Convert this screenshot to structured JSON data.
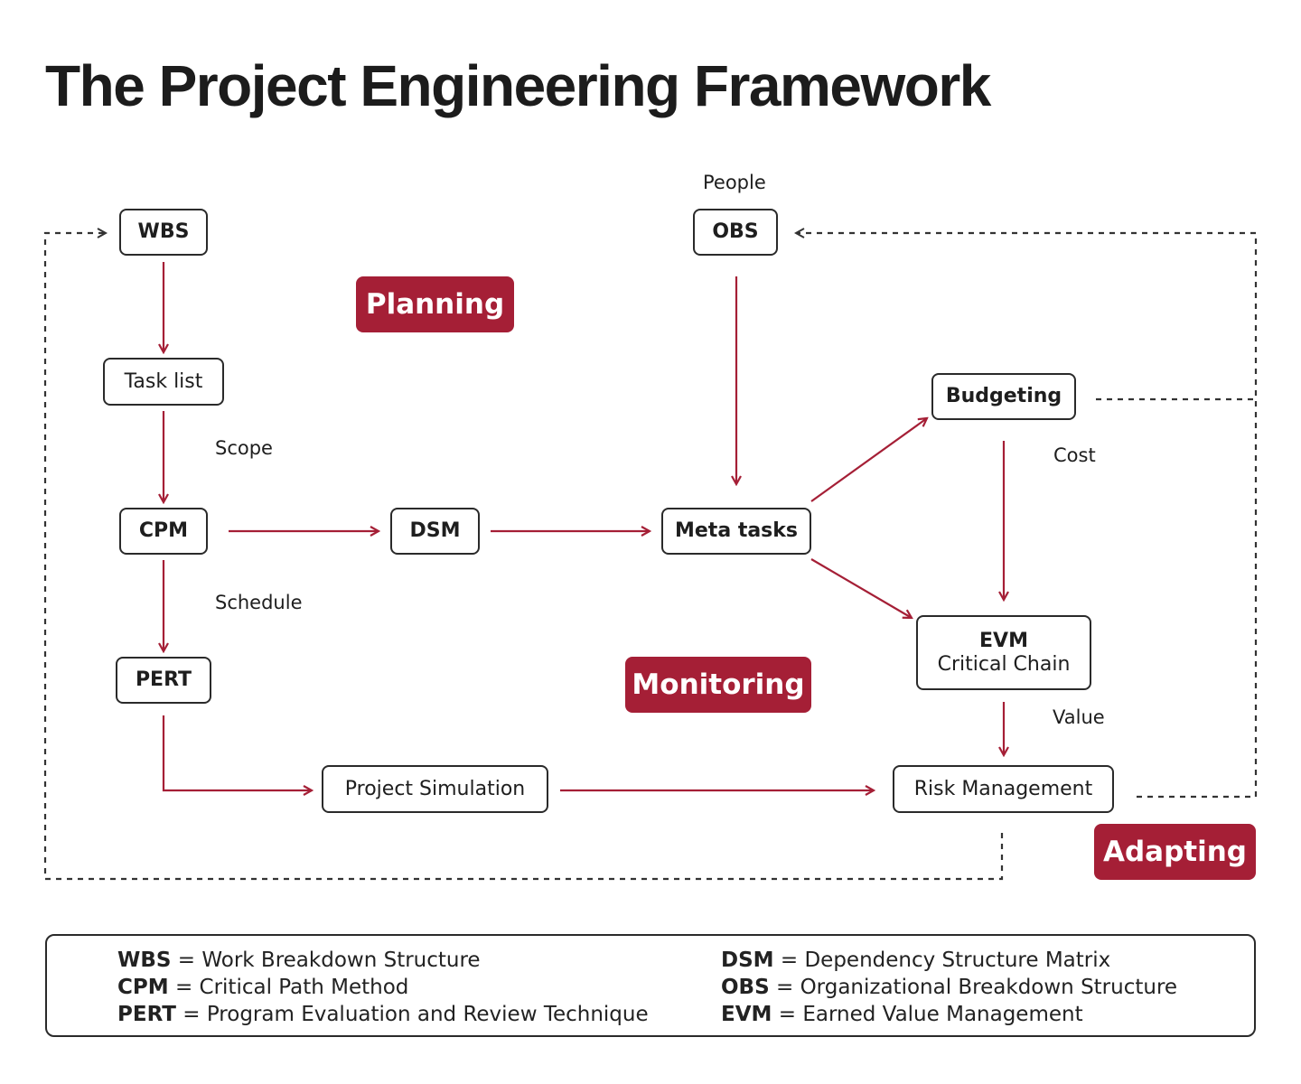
{
  "title": "The Project Engineering Framework",
  "colors": {
    "accent": "#a51f36",
    "stroke": "#2a2a2a",
    "dashed": "#333333"
  },
  "stages": {
    "planning": "Planning",
    "monitoring": "Monitoring",
    "adapting": "Adapting"
  },
  "nodes": {
    "wbs": "WBS",
    "task_list": "Task list",
    "cpm": "CPM",
    "pert": "PERT",
    "dsm": "DSM",
    "obs": "OBS",
    "meta_tasks": "Meta tasks",
    "budgeting": "Budgeting",
    "evm_line1": "EVM",
    "evm_line2": "Critical Chain",
    "project_simulation": "Project Simulation",
    "risk_management": "Risk Management"
  },
  "labels": {
    "people": "People",
    "scope": "Scope",
    "schedule": "Schedule",
    "cost": "Cost",
    "value": "Value"
  },
  "legend": [
    {
      "abbr": "WBS",
      "sep": "=",
      "text": "Work Breakdown Structure"
    },
    {
      "abbr": "CPM",
      "sep": "=",
      "text": "Critical Path Method"
    },
    {
      "abbr": "PERT",
      "sep": "=",
      "text": "Program Evaluation and Review Technique"
    },
    {
      "abbr": "DSM",
      "sep": "=",
      "text": "Dependency Structure Matrix"
    },
    {
      "abbr": "OBS",
      "sep": "=",
      "text": "Organizational Breakdown Structure"
    },
    {
      "abbr": "EVM",
      "sep": "=",
      "text": "Earned Value Management"
    }
  ]
}
